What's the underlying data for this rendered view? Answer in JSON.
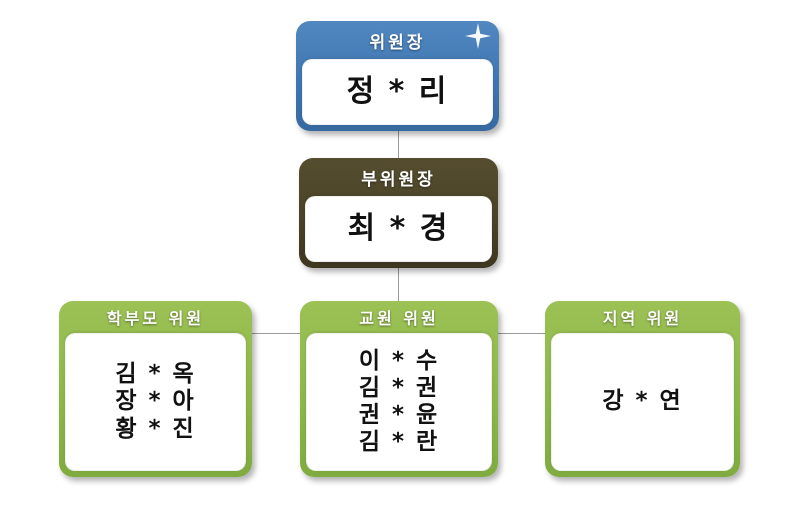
{
  "diagram": {
    "type": "organization-chart",
    "title_visible": false,
    "colors": {
      "chair_header": "#3f76b2",
      "vice_header": "#4a4328",
      "committee_header": "#8bb747",
      "body_background": "#ffffff",
      "connector_line": "#9a9a9a",
      "name_text": "#111111",
      "header_text": "#ffffff"
    },
    "nodes": [
      {
        "id": "chair",
        "header": "위원장",
        "members": [
          "정 * 리"
        ],
        "icon": "sparkle-icon"
      },
      {
        "id": "vice_chair",
        "header": "부위원장",
        "members": [
          "최 * 경"
        ]
      },
      {
        "id": "parent_member",
        "header": "학부모 위원",
        "members": [
          "김 * 옥",
          "장 * 아",
          "황 * 진"
        ]
      },
      {
        "id": "teacher_member",
        "header": "교원 위원",
        "members": [
          "이 * 수",
          "김 * 권",
          "권 * 윤",
          "김 * 란"
        ]
      },
      {
        "id": "region_member",
        "header": "지역 위원",
        "members": [
          "강 * 연"
        ]
      }
    ]
  }
}
